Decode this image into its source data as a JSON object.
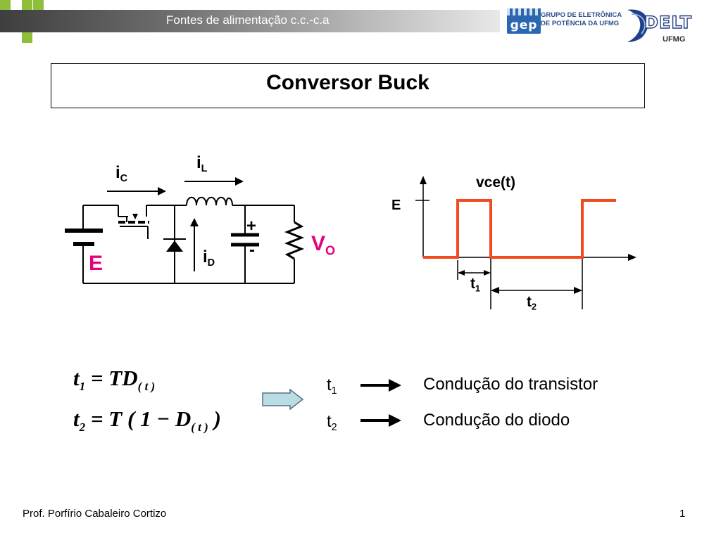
{
  "header": {
    "title": "Fontes de alimentação c.c.-c.a",
    "logo_gep": "gep",
    "logo_gep_line1": "GRUPO DE ELETRÔNICA",
    "logo_gep_line2": "DE POTÊNCIA DA UFMG",
    "logo_delt": "DELT",
    "logo_ufmg": "UFMG"
  },
  "slide": {
    "title": "Conversor Buck"
  },
  "circuit": {
    "label_ic": "i",
    "label_ic_sub": "C",
    "label_il": "i",
    "label_il_sub": "L",
    "label_id": "i",
    "label_id_sub": "D",
    "label_vo": "V",
    "label_vo_sub": "O",
    "label_e": "E",
    "cap_plus": "+",
    "cap_minus": "-",
    "accent_color": "#e6007e"
  },
  "waveform": {
    "title": "vce(t)",
    "e_label": "E",
    "t1_label": "t",
    "t1_sub": "1",
    "t2_label": "t",
    "t2_sub": "2",
    "trace_color": "#f04a1e"
  },
  "equations": {
    "eq1_t": "t",
    "eq1_sub": "1",
    "eq1_rhs": "= TD",
    "eq1_arg": "( t )",
    "eq2_t": "t",
    "eq2_sub": "2",
    "eq2_rhs": "= T ( 1 − D",
    "eq2_arg": "( t )",
    "eq2_close": ")"
  },
  "explanations": [
    {
      "term": "t",
      "sub": "1",
      "text": "Condução do transistor"
    },
    {
      "term": "t",
      "sub": "2",
      "text": "Condução do diodo"
    }
  ],
  "footer": {
    "author": "Prof. Porfírio Cabaleiro Cortizo",
    "page_number": "1"
  }
}
